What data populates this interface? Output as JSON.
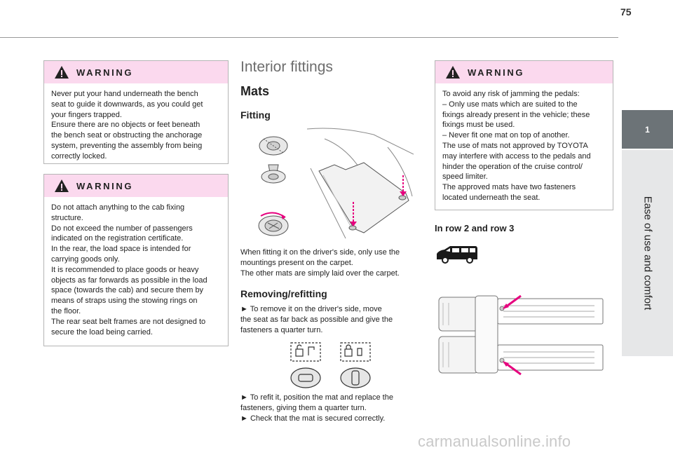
{
  "page": {
    "number": "75",
    "side_tab": {
      "marker": "1",
      "label": "Ease of use and comfort"
    }
  },
  "left_warnings": [
    {
      "title": "WARNING",
      "lines": [
        "Never put your hand underneath the bench",
        "seat to guide it downwards, as you could get",
        "your fingers trapped.",
        "Ensure there are no objects or feet beneath",
        "the bench seat or obstructing the anchorage",
        "system, preventing the assembly from being",
        "correctly locked."
      ]
    },
    {
      "title": "WARNING",
      "lines": [
        "Do not attach anything to the cab fixing",
        "structure.",
        "Do not exceed the number of passengers",
        "indicated on the registration certificate.",
        "In the rear, the load space is intended for",
        "carrying goods only.",
        "It is recommended to place goods or heavy",
        "objects as far forwards as possible in the load",
        "space (towards the cab) and secure them by",
        "means of straps using the stowing rings on",
        "the floor.",
        "The rear seat belt frames are not designed to",
        "secure the load being carried."
      ]
    }
  ],
  "middle": {
    "section_title": "Interior fittings",
    "heading_mats": "Mats",
    "heading_fitting": "Fitting",
    "fitting_lines": [
      "When fitting it on the driver's side, only use the",
      "mountings present on the carpet.",
      "The other mats are simply laid over the carpet."
    ],
    "heading_removing": "Removing/refitting",
    "removing_lines": [
      "► To remove it on the driver's side, move",
      "the seat as far back as possible and give the",
      "fasteners a quarter turn."
    ],
    "refit_lines": [
      "► To refit it, position the mat and replace the",
      "fasteners, giving them a quarter turn.",
      "► Check that the mat is secured correctly."
    ]
  },
  "right_warning": {
    "title": "WARNING",
    "lines": [
      "To avoid any risk of jamming the pedals:",
      "– Only use mats which are suited to the",
      "fixings already present in the vehicle; these",
      "fixings must be used.",
      "– Never fit one mat on top of another.",
      "The use of mats not approved by TOYOTA",
      "may interfere with access to the pedals and",
      "hinder the operation of the cruise control/",
      "speed limiter.",
      "The approved mats have two fasteners",
      "located underneath the seat."
    ]
  },
  "right": {
    "heading_rows": "In row 2 and row 3"
  },
  "watermark": "carmanualsonline.info",
  "colors": {
    "accent_pink": "#e6007e",
    "warning_header": "#fbd9ee",
    "tab_dark": "#6c7377",
    "tab_light": "#e6e7e8"
  }
}
